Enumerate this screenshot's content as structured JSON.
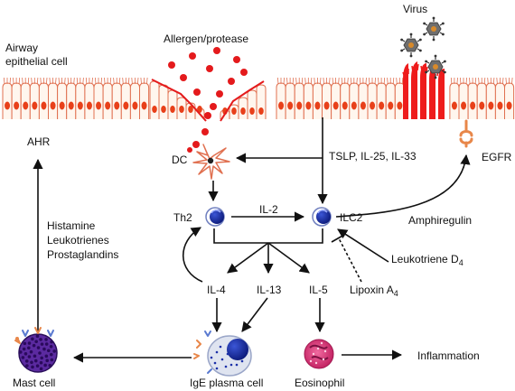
{
  "labels": {
    "airway_line1": "Airway",
    "airway_line2": "epithelial cell",
    "allergen": "Allergen/protease",
    "virus": "Virus",
    "ahr": "AHR",
    "dc": "DC",
    "tslp": "TSLP, IL-25, IL-33",
    "egfr": "EGFR",
    "th2": "Th2",
    "il2": "IL-2",
    "ilc2": "ILC2",
    "amphiregulin": "Amphiregulin",
    "histamine": "Histamine",
    "leukotrienes": "Leukotrienes",
    "prostaglandins": "Prostaglandins",
    "leukotriene_d": "Leukotriene D",
    "leukotriene_d_sub": "4",
    "il4": "IL-4",
    "il13": "IL-13",
    "il5": "IL-5",
    "lipoxin": "Lipoxin A",
    "lipoxin_sub": "4",
    "mast_cell": "Mast cell",
    "plasma_cell": "IgE plasma cell",
    "eosinophil": "Eosinophil",
    "inflammation": "Inflammation"
  },
  "colors": {
    "epithelium_outline": "#e07050",
    "epithelium_fill": "#fff6ee",
    "nucleus": "#e8401a",
    "allergen_dot": "#e41a1c",
    "damaged_cells": "#ee1c1c",
    "cell_blue": "#1a2fa8",
    "mast_cell_purple": "#4a1a8a",
    "eosinophil": "#d8327a",
    "receptor_orange": "#e8874a",
    "virus_gray": "#6e6e6e"
  }
}
